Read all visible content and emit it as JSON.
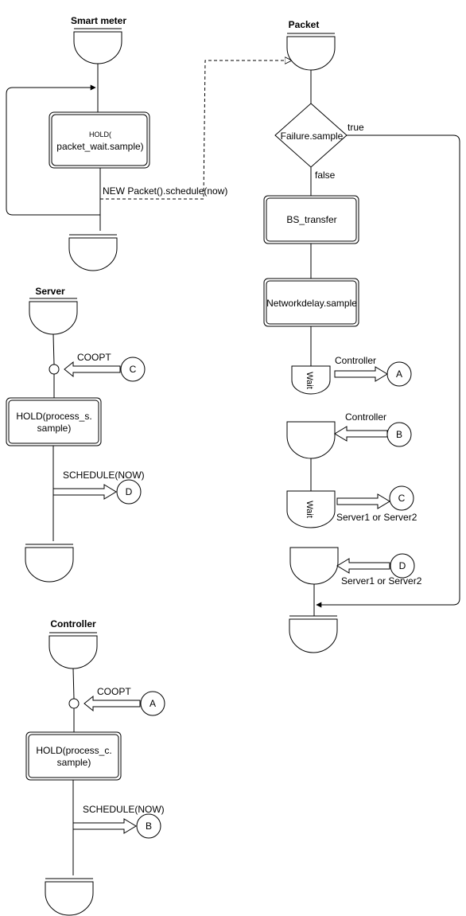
{
  "processes": {
    "smart_meter": {
      "title": "Smart meter",
      "hold_line1": "HOLD(",
      "hold_line2": "packet_wait.sample)",
      "schedule": "NEW Packet().schedule(now)"
    },
    "server": {
      "title": "Server",
      "coopt": "COOPT",
      "coopt_ref": "C",
      "hold_line1": "HOLD(process_s.",
      "hold_line2": "sample)",
      "schedule": "SCHEDULE(NOW)",
      "schedule_ref": "D"
    },
    "controller": {
      "title": "Controller",
      "coopt": "COOPT",
      "coopt_ref": "A",
      "hold_line1": "HOLD(process_c.",
      "hold_line2": "sample)",
      "schedule": "SCHEDULE(NOW)",
      "schedule_ref": "B"
    },
    "packet": {
      "title": "Packet",
      "decision": "Failure.sample",
      "true_label": "true",
      "false_label": "false",
      "step1": "BS_transfer",
      "step2": "Networkdelay.sample",
      "wait1": "Wait",
      "wait1_target": "Controller",
      "wait1_ref": "A",
      "in1_source": "Controller",
      "in1_ref": "B",
      "wait2": "Wait",
      "wait2_target": "Server1 or Server2",
      "wait2_ref": "C",
      "in2_source": "Server1 or Server2",
      "in2_ref": "D"
    }
  }
}
